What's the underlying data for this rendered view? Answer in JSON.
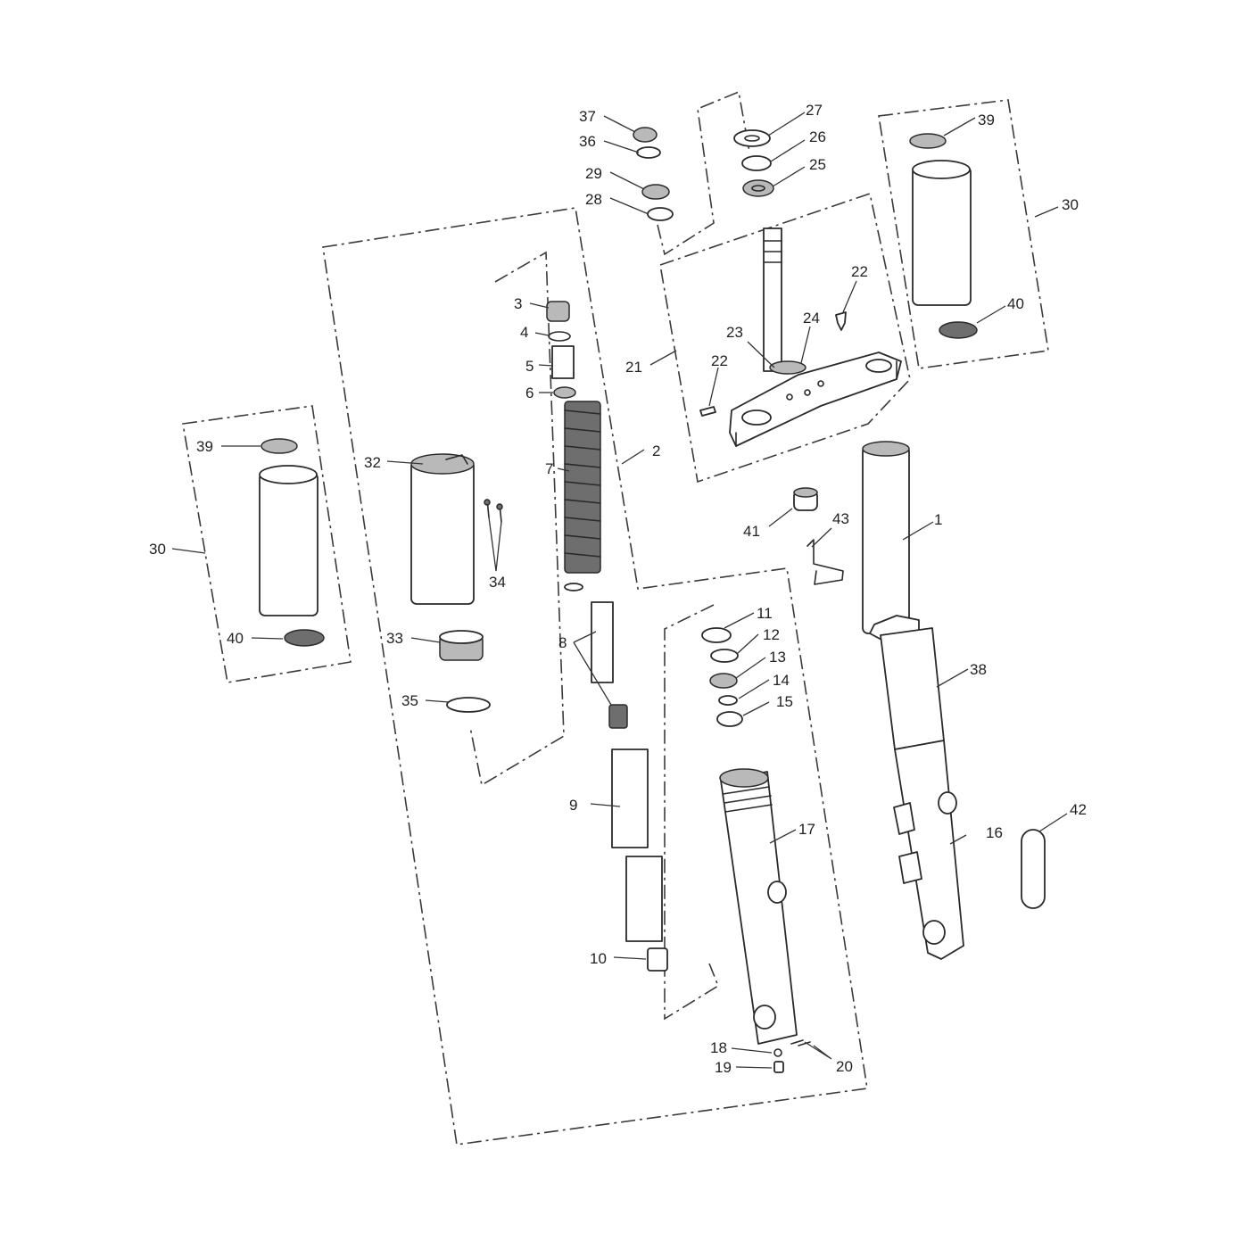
{
  "callouts": {
    "c1": "1",
    "c2": "2",
    "c3": "3",
    "c4": "4",
    "c5": "5",
    "c6": "6",
    "c7": "7",
    "c8": "8",
    "c9": "9",
    "c10": "10",
    "c11": "11",
    "c12": "12",
    "c13": "13",
    "c14": "14",
    "c15": "15",
    "c16": "16",
    "c17": "17",
    "c18": "18",
    "c19": "19",
    "c20": "20",
    "c21": "21",
    "c22a": "22",
    "c22b": "22",
    "c23": "23",
    "c24": "24",
    "c25": "25",
    "c26": "26",
    "c27": "27",
    "c28": "28",
    "c29": "29",
    "c30a": "30",
    "c30b": "30",
    "c32": "32",
    "c33": "33",
    "c34": "34",
    "c35": "35",
    "c36": "36",
    "c37": "37",
    "c38": "38",
    "c39a": "39",
    "c39b": "39",
    "c40a": "40",
    "c40b": "40",
    "c41": "41",
    "c42": "42",
    "c43": "43"
  }
}
